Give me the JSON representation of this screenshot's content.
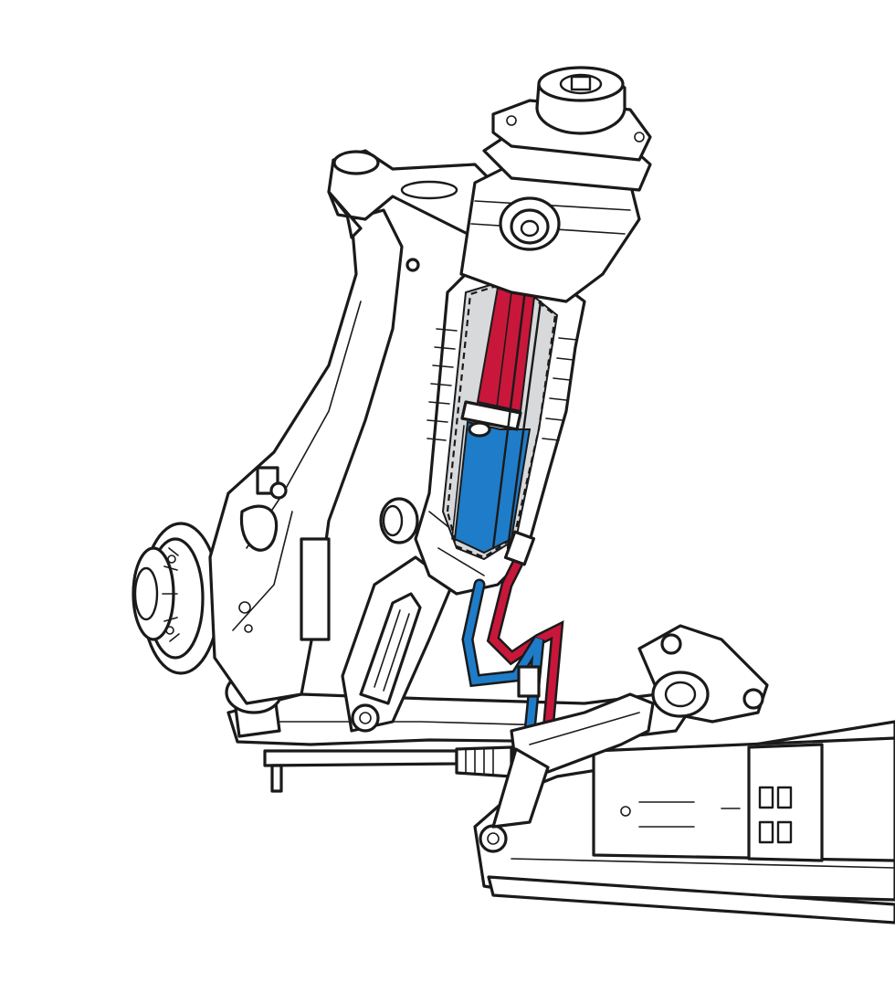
{
  "colors": {
    "outline": "#1a1a1a",
    "background": "#ffffff",
    "rebound_chamber": "#c8173a",
    "compression_chamber": "#1f7cc8",
    "cutaway_fill": "#d7d9db"
  },
  "parts": [
    "strut-top-mount",
    "air-spring-bellows",
    "damper-cutaway",
    "upper-control-arm",
    "steering-knuckle",
    "wheel-hub",
    "lower-control-arm",
    "tie-rod",
    "subframe",
    "steering-rack",
    "hydraulic-lines"
  ]
}
